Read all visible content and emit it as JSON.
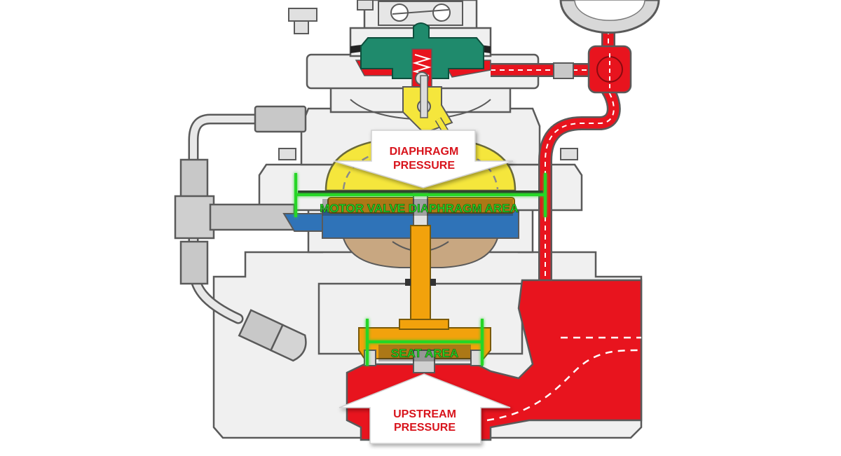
{
  "labels": {
    "diaphragm_pressure": [
      "DIAPHRAGM",
      "PRESSURE"
    ],
    "motor_valve_diaphragm_area": "MOTOR VALVE DIAPHRAGM AREA",
    "seat_area": "SEAT AREA",
    "upstream_pressure": [
      "UPSTREAM",
      "PRESSURE"
    ]
  },
  "colors": {
    "body": "#f0f0f0",
    "outline": "#5a5a5a",
    "pressure_red": "#e8141e",
    "pilot_green": "#1f8a6c",
    "chamber_yellow": "#f5e63c",
    "lower_chamber_blue": "#2f73b8",
    "lower_chamber_tan": "#c8a781",
    "stem_orange": "#f2a20c",
    "measure_green": "#27d627",
    "fitting_gray": "#c8c8c8",
    "label_red": "#d8141c"
  }
}
